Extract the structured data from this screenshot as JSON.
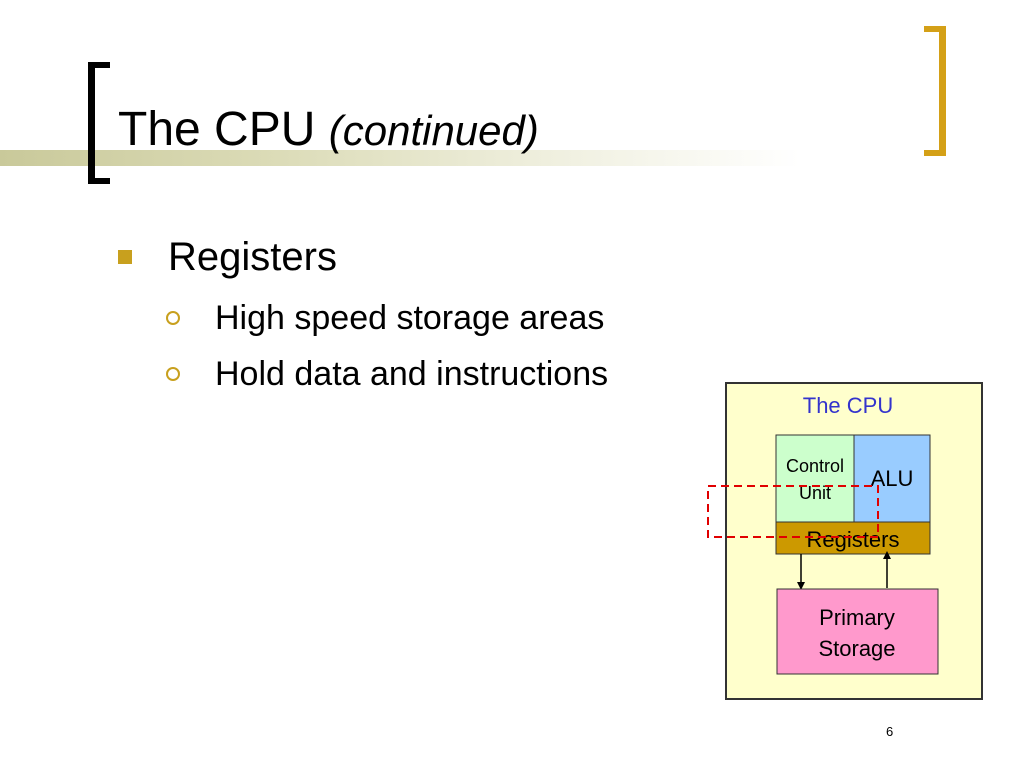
{
  "slide": {
    "title_main": "The CPU",
    "title_sub": "(continued)",
    "page_number": "6"
  },
  "bullets": {
    "main": "Registers",
    "sub": [
      "High speed storage areas",
      "Hold data and instructions"
    ]
  },
  "diagram": {
    "heading": "The CPU",
    "control_unit": [
      "Control",
      "Unit"
    ],
    "alu": "ALU",
    "registers": "Registers",
    "primary_storage": [
      "Primary",
      "Storage"
    ]
  },
  "colors": {
    "accent": "#d4a017",
    "bullet": "#c8a01e",
    "cpu_box_bg": "#ffffcc",
    "control_unit_bg": "#ccffcc",
    "alu_bg": "#99ccff",
    "registers_bg": "#cc9900",
    "primary_storage_bg": "#ff99cc",
    "highlight": "#e00000",
    "heading_text": "#3333cc"
  }
}
